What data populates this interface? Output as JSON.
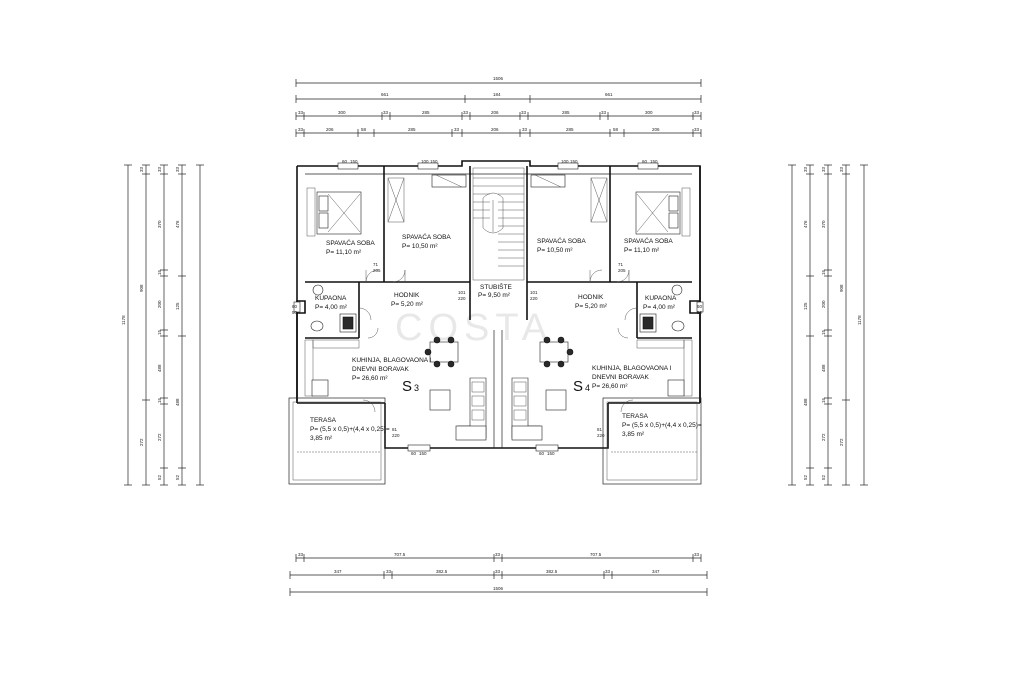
{
  "watermark": "COSTA",
  "units": [
    {
      "id": "S",
      "sub": "3"
    },
    {
      "id": "S",
      "sub": "4"
    }
  ],
  "rooms": {
    "left_bed_a": {
      "name": "SPAVAĆA SOBA",
      "area": "P= 11,10 m²"
    },
    "left_bed_b": {
      "name": "SPAVAĆA SOBA",
      "area": "P= 10,50 m²"
    },
    "right_bed_b": {
      "name": "SPAVAĆA SOBA",
      "area": "P= 10,50 m²"
    },
    "right_bed_a": {
      "name": "SPAVAĆA SOBA",
      "area": "P= 11,10 m²"
    },
    "stairs": {
      "name": "STUBIŠTE",
      "area": "P= 9,50 m²"
    },
    "left_hall": {
      "name": "HODNIK",
      "area": "P= 5,20 m²"
    },
    "right_hall": {
      "name": "HODNIK",
      "area": "P= 5,20 m²"
    },
    "left_bath": {
      "name": "KUPAONA",
      "area": "P= 4,00 m²"
    },
    "right_bath": {
      "name": "KUPAONA",
      "area": "P= 4,00 m²"
    },
    "left_living": {
      "name1": "KUHINJA, BLAGOVAONA I",
      "name2": "DNEVNI BORAVAK",
      "area": "P= 26,60 m²"
    },
    "right_living": {
      "name1": "KUHINJA, BLAGOVAONA I",
      "name2": "DNEVNI BORAVAK",
      "area": "P= 26,60 m²"
    },
    "left_terrace": {
      "name": "TERASA",
      "formula": "P= (5,5 x 0,5)+(4,4 x 0,25)=",
      "area": "3,85 m²"
    },
    "right_terrace": {
      "name": "TERASA",
      "formula": "P= (5,5 x 0,5)+(4,4 x 0,25)=",
      "area": "3,85 m²"
    }
  },
  "dimensions": {
    "top_total": "1506",
    "top_row1": [
      "661",
      "184",
      "661"
    ],
    "top_row2": [
      "33",
      "300",
      "33",
      "285",
      "33",
      "206",
      "33",
      "285",
      "33",
      "300",
      "33"
    ],
    "top_row3": [
      "33",
      "206",
      "58",
      "285",
      "33",
      "206",
      "33",
      "285",
      "58",
      "206",
      "33"
    ],
    "bottom_row1": [
      "33",
      "707.5",
      "33",
      "707.5",
      "33"
    ],
    "bottom_row2": [
      "347",
      "33",
      "382.5",
      "33",
      "382.5",
      "33",
      "347"
    ],
    "bottom_total": "1506",
    "left_total": "1178",
    "left_chain1": [
      "33",
      "908",
      "272"
    ],
    "left_chain2": [
      "33",
      "370",
      "15",
      "200",
      "15",
      "488",
      "15",
      "272",
      "52"
    ],
    "left_chain3": [
      "33",
      "476",
      "125",
      "488",
      "52"
    ],
    "right_total": "1178",
    "right_chain1": [
      "33",
      "908",
      "272"
    ],
    "right_chain2": [
      "33",
      "370",
      "15",
      "200",
      "15",
      "488",
      "15",
      "272",
      "52"
    ],
    "right_chain3": [
      "33",
      "476",
      "125",
      "488",
      "52"
    ],
    "door_tags": [
      "101",
      "220",
      "101",
      "220",
      "81",
      "220",
      "81",
      "220",
      "71",
      "205",
      "71",
      "205",
      "60",
      "50",
      "60",
      "50"
    ],
    "window_tags": [
      "60",
      "150",
      "100",
      "150",
      "100",
      "150",
      "60",
      "150",
      "60",
      "150",
      "60",
      "150"
    ]
  }
}
